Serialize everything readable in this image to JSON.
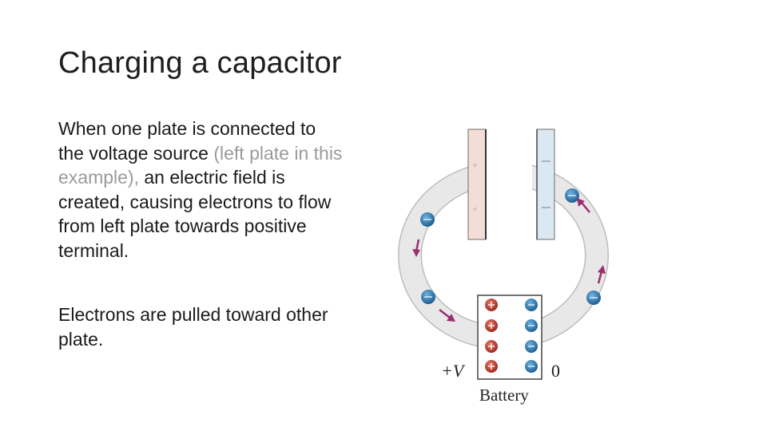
{
  "slide": {
    "title": "Charging a capacitor",
    "paragraph1": {
      "text_a": "When one plate is connected to the voltage source ",
      "text_muted": "(left plate in this example),",
      "text_b": " an electric field is created, causing electrons to flow from left plate towards positive terminal."
    },
    "paragraph2": "Electrons are pulled toward other plate."
  },
  "figure": {
    "label_positive": "+V",
    "label_zero": "0",
    "label_battery": "Battery",
    "colors": {
      "left_plate": "#f4ddd6",
      "right_plate": "#dbe8f2",
      "wire_ring": "#e4e4e4",
      "electron": "#2f7fb8",
      "positive_charge": "#c0392b",
      "arrow": "#9b2f6e"
    }
  }
}
